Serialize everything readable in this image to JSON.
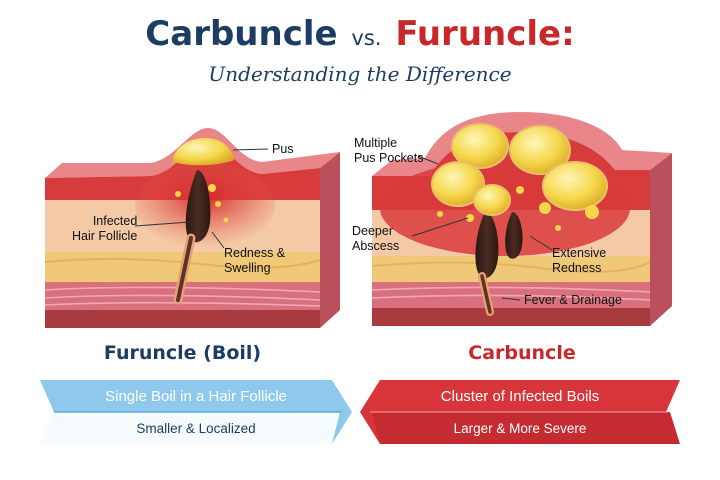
{
  "title": {
    "left": "Carbuncle",
    "vs": "vs.",
    "right": "Furuncle:"
  },
  "subtitle": "Understanding the Difference",
  "furuncle": {
    "caption": "Furuncle (Boil)",
    "labels": {
      "pus": "Pus",
      "follicle_1": "Infected",
      "follicle_2": "Hair Follicle",
      "redness_1": "Redness &",
      "redness_2": "Swelling"
    },
    "banner_main": "Single Boil in a Hair Follicle",
    "banner_sub": "Smaller & Localized"
  },
  "carbuncle": {
    "caption": "Carbuncle",
    "labels": {
      "pockets_1": "Multiple",
      "pockets_2": "Pus Pockets",
      "abscess_1": "Deeper",
      "abscess_2": "Abscess",
      "extensive_1": "Extensive",
      "extensive_2": "Redness",
      "fever": "Fever & Drainage"
    },
    "banner_main": "Cluster of Infected Boils",
    "banner_sub": "Larger & More Severe"
  },
  "colors": {
    "navy": "#1d3c63",
    "red": "#c9282a",
    "light_blue": "#8ec8ec",
    "banner_red": "#d8353a"
  }
}
